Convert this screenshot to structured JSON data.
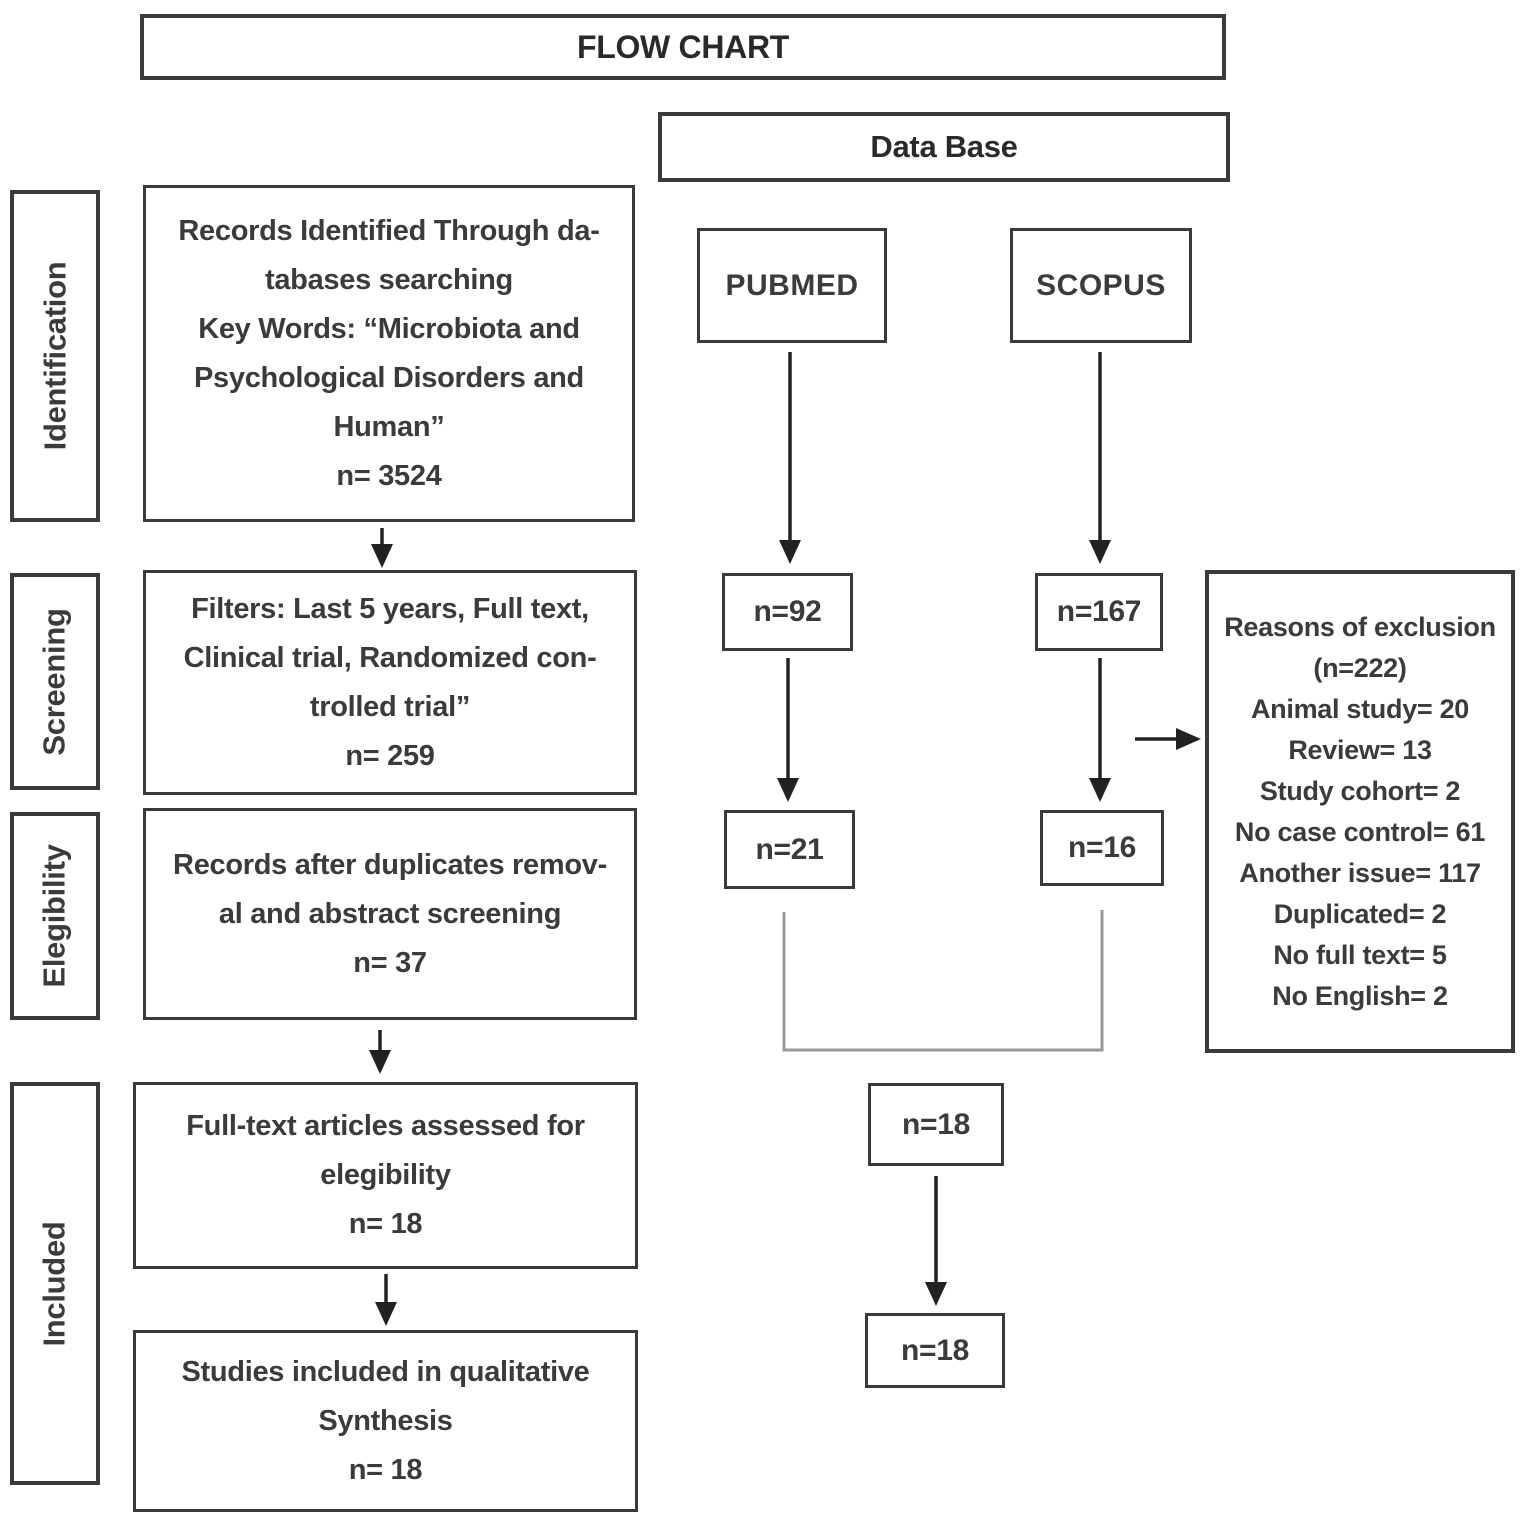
{
  "title": "FLOW CHART",
  "database_header": "Data Base",
  "sidebar": {
    "identification": "Identification",
    "screening": "Screening",
    "elegibility": "Elegibility",
    "included": "Included"
  },
  "process": {
    "records_identified": {
      "lines": [
        "Records Identified Through da-",
        "tabases searching",
        "Key Words: “Microbiota and",
        "Psychological Disorders and",
        "Human”",
        "n= 3524"
      ]
    },
    "filters": {
      "lines": [
        "Filters: Last 5 years, Full text,",
        "Clinical trial, Randomized con-",
        "trolled trial”",
        "n= 259"
      ]
    },
    "duplicates_removed": {
      "lines": [
        "Records after duplicates remov-",
        "al and abstract screening",
        "n= 37"
      ]
    },
    "fulltext_assessed": {
      "lines": [
        "Full-text articles assessed for",
        "elegibility",
        "n= 18"
      ]
    },
    "included_studies": {
      "lines": [
        "Studies included in qualitative",
        "Synthesis",
        "n= 18"
      ]
    }
  },
  "databases": {
    "pubmed": {
      "label": "PUBMED",
      "initial": "n=92",
      "screened": "n=21"
    },
    "scopus": {
      "label": "SCOPUS",
      "initial": "n=167",
      "screened": "n=16"
    }
  },
  "merged": {
    "eligible": "n=18",
    "included": "n=18"
  },
  "exclusion": {
    "lines": [
      "Reasons of exclusion",
      "(n=222)",
      "Animal study= 20",
      "Review= 13",
      "Study cohort= 2",
      "No case control= 61",
      "Another issue= 117",
      "Duplicated= 2",
      "No full text= 5",
      "No English= 2"
    ]
  },
  "colors": {
    "border": "#3a3a3a",
    "text": "#3b3b3b",
    "arrow": "#222222",
    "connector_gray": "#999999"
  }
}
